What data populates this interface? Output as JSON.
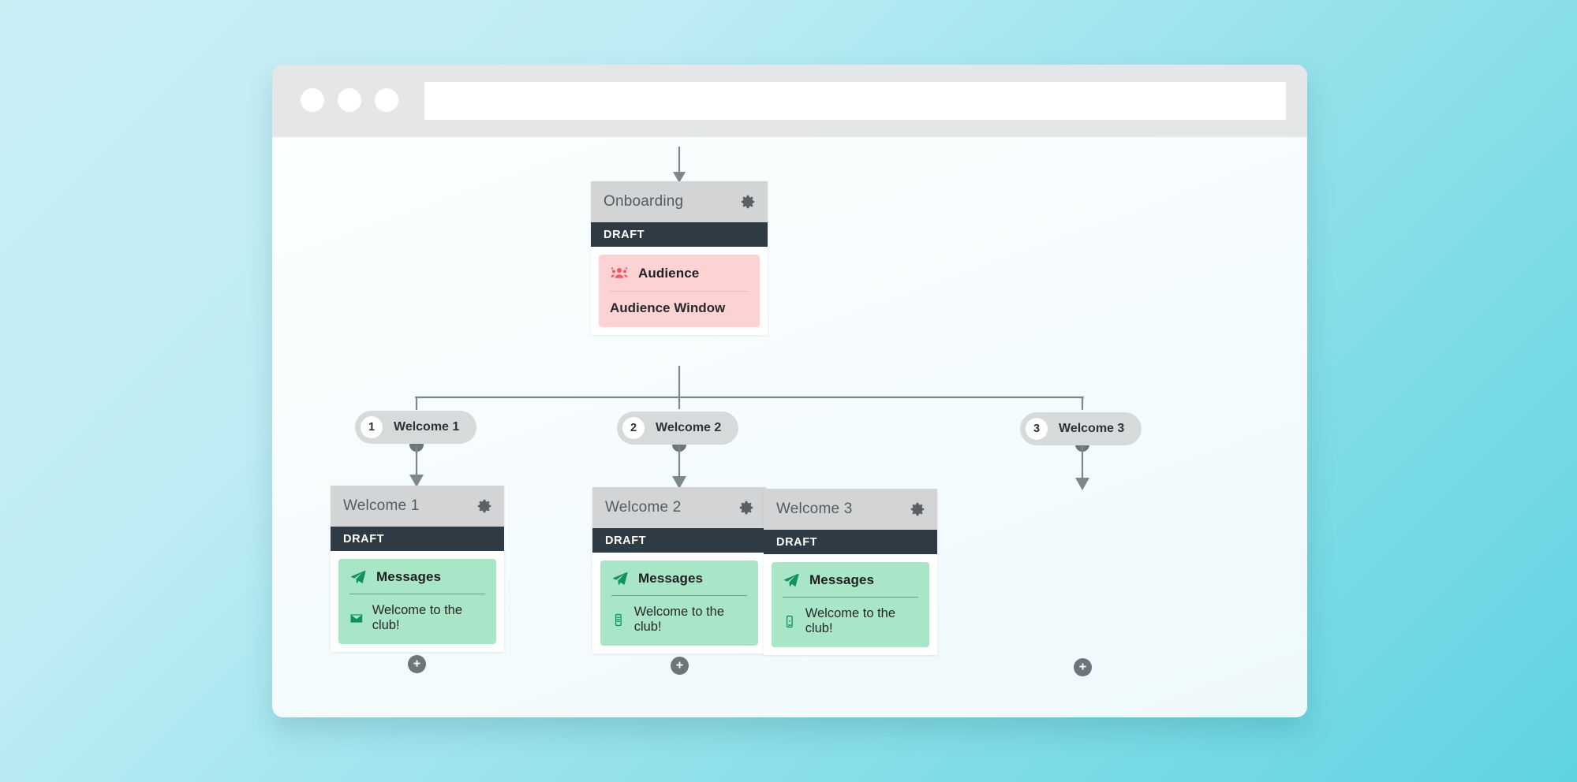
{
  "browser": {
    "traffic_lights": [
      "window-close",
      "window-minimize",
      "window-maximize"
    ],
    "address_value": "",
    "address_placeholder": ""
  },
  "flow": {
    "root": {
      "title": "Onboarding",
      "status": "DRAFT",
      "settings_icon": "gear-icon",
      "block": {
        "icon": "audience-people-icon",
        "label": "Audience",
        "items": [
          {
            "text": "Audience Window"
          }
        ],
        "color": "#fcd2d2"
      }
    },
    "steps": [
      {
        "number": "1",
        "label": "Welcome 1"
      },
      {
        "number": "2",
        "label": "Welcome 2"
      },
      {
        "number": "3",
        "label": "Welcome 3"
      }
    ],
    "cards": [
      {
        "title": "Welcome 1",
        "status": "DRAFT",
        "settings_icon": "gear-icon",
        "block": {
          "icon": "paper-plane-icon",
          "label": "Messages",
          "items": [
            {
              "icon": "envelope-icon",
              "text": "Welcome to the club!"
            }
          ],
          "color": "#a9e5c7"
        },
        "add_button": "add-step-button"
      },
      {
        "title": "Welcome 2",
        "status": "DRAFT",
        "settings_icon": "gear-icon",
        "block": {
          "icon": "paper-plane-icon",
          "label": "Messages",
          "items": [
            {
              "icon": "mobile-sms-icon",
              "text": "Welcome to the club!"
            }
          ],
          "color": "#a9e5c7"
        },
        "add_button": "add-step-button"
      },
      {
        "title": "Welcome 3",
        "status": "DRAFT",
        "settings_icon": "gear-icon",
        "block": {
          "icon": "paper-plane-icon",
          "label": "Messages",
          "items": [
            {
              "icon": "mobile-sms-icon",
              "text": "Welcome to the club!"
            }
          ],
          "color": "#a9e5c7"
        },
        "add_button": "add-step-button"
      }
    ]
  },
  "colors": {
    "page_gradient_start": "#c9eff5",
    "page_gradient_end": "#5fd3e1",
    "card_header": "#d2d4d5",
    "status_bar": "#2f3b44",
    "audience_block": "#fcd2d2",
    "audience_icon": "#ef5b6b",
    "messages_block": "#a9e5c7",
    "messages_icon": "#0f9160",
    "connector": "#7d888d"
  }
}
